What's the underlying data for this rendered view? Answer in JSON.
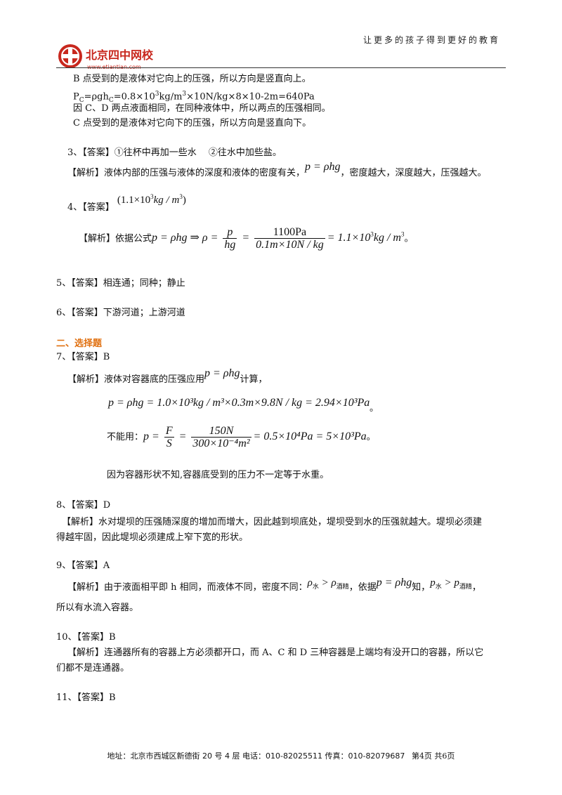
{
  "header": {
    "logo_text": "北京四中网校",
    "logo_url": "www.etiantian.com",
    "slogan": "让更多的孩子得到更好的教育",
    "colors": {
      "logo_red": "#c8281e",
      "section_orange": "#e07010"
    }
  },
  "lines": {
    "b_point": "B 点受到的是液体对它向上的压强，所以方向是竖直向上。",
    "pc_formula": "=ρgh",
    "pc_value": "=0.8×10",
    "pc_unit": "kg/m",
    "pc_rest": "×10N/kg×8×10-2m=640Pa",
    "cd_same": "因 C、D 两点液面相同，在同种液体中，所以两点的压强相同。",
    "c_point": "C 点受到的是液体对它向下的压强，所以方向是竖直向下。",
    "q3_answer": "3、【答案】①往杯中再加一些水　 ②往水中加些盐。",
    "q3_analysis_a": "【解析】液体内部的压强与液体的深度和液体的密度有关，",
    "q3_analysis_b": "，密度越大，深度越大，压强越大。",
    "q4_answer": "4、【答案】",
    "q4_value": "(1.1×10",
    "q4_unit": "kg / m",
    "q4_analysis": "【解析】依据公式",
    "q4_frac_num": "1100Pa",
    "q4_frac_den": "0.1m×10N / kg",
    "q4_result": "= 1.1×10",
    "q5": "5、【答案】相连通；同种；静止",
    "q6": "6、【答案】下游河道；上游河道",
    "section2": "二、选择题",
    "q7_answer": "7、【答案】B",
    "q7_analysis_a": "【解析】液体对容器底的压强应用",
    "q7_analysis_b": "计算，",
    "q7_calc": "p = ρhg = 1.0×10³kg / m³×0.3m×9.8N / kg = 2.94×10³Pa",
    "q7_cannot": "不能用：",
    "q7_frac_num_a": "F",
    "q7_frac_den_a": "S",
    "q7_frac_num_b": "150N",
    "q7_frac_den_b": "300×10⁻⁴m²",
    "q7_result": "= 0.5×10⁴Pa = 5×10³Pa",
    "q7_note": "因为容器形状不知,容器底受到的压力不一定等于水重。",
    "q8_answer": "8、【答案】D",
    "q8_analysis_1": "【解析】水对堤坝的压强随深度的增加而增大，因此越到坝底处，堤坝受到水的压强就越大。堤坝必须建",
    "q8_analysis_2": "得越牢固，因此堤坝必须建成上窄下宽的形状。",
    "q9_answer": "9、【答案】A",
    "q9_analysis_a": "【解析】由于液面相平即 h 相同，而液体不同，密度不同：",
    "q9_analysis_b": "，依据",
    "q9_analysis_c": "知，",
    "q9_analysis_d": "，",
    "q9_sub_water": "水",
    "q9_sub_alcohol": "酒精",
    "q9_end": "所以有水流入容器。",
    "q10_answer": "10、【答案】B",
    "q10_analysis_1": "【解析】连通器所有的容器上方必须都开口，而 A、C 和 D 三种容器是上端均有没开口的容器，所以它",
    "q10_analysis_2": "们都不是连通器。",
    "q11_answer": "11、【答案】B"
  },
  "formula": {
    "p_rho_hg": "p = ρhg",
    "implies": "p = ρhg ⇒ ρ = ",
    "p_over_hg_num": "p",
    "p_over_hg_den": "hg",
    "p_over": "p = "
  },
  "footer": {
    "text": "地址：北京市西城区新德街 20 号 4 层  电话：010-82025511  传真：010-82079687",
    "page": "第4页  共6页"
  }
}
